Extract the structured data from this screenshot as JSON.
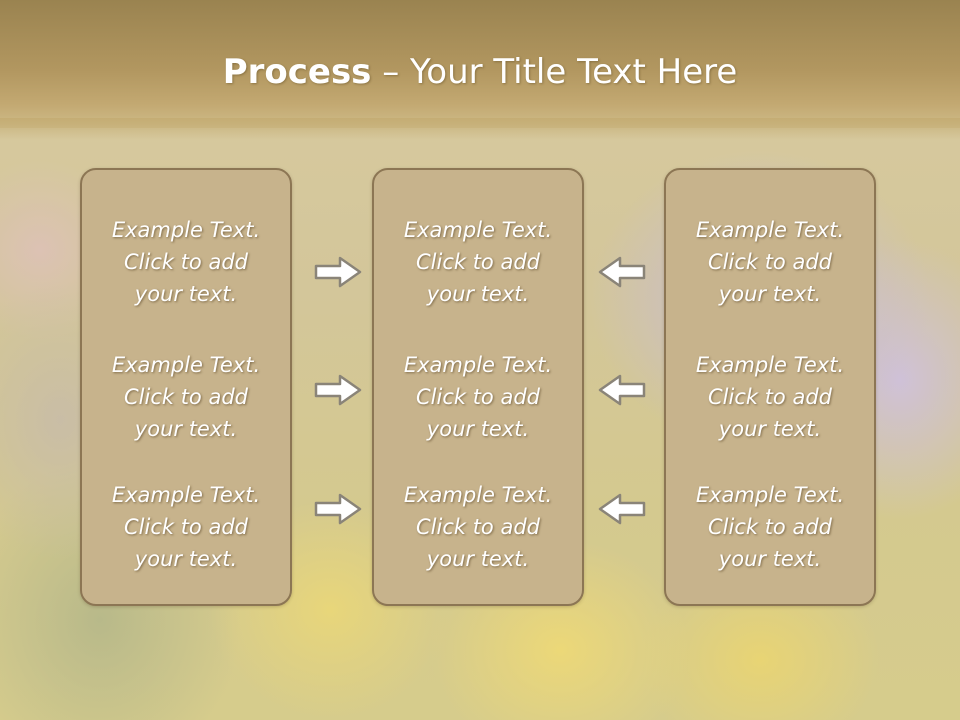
{
  "title": {
    "bold": "Process",
    "rest": " – Your Title Text Here"
  },
  "panels": [
    {
      "items": [
        {
          "line1": "Example Text.",
          "line2": "Click  to add",
          "line3": "your text."
        },
        {
          "line1": "Example Text.",
          "line2": "Click  to add",
          "line3": "your text."
        },
        {
          "line1": "Example Text.",
          "line2": "Click  to add",
          "line3": "your text."
        }
      ]
    },
    {
      "items": [
        {
          "line1": "Example Text.",
          "line2": "Click  to add",
          "line3": "your text."
        },
        {
          "line1": "Example Text.",
          "line2": "Click  to add",
          "line3": "your text."
        },
        {
          "line1": "Example Text.",
          "line2": "Click  to add",
          "line3": "your text."
        }
      ]
    },
    {
      "items": [
        {
          "line1": "Example Text.",
          "line2": "Click  to add",
          "line3": "your text."
        },
        {
          "line1": "Example Text.",
          "line2": "Click  to add",
          "line3": "your text."
        },
        {
          "line1": "Example Text.",
          "line2": "Click  to add",
          "line3": "your text."
        }
      ]
    }
  ],
  "icons": {
    "left_arrows": "arrow-right-icon",
    "right_arrows": "arrow-left-icon"
  },
  "colors": {
    "header": "#b29760",
    "panel_fill": "#c7b38c",
    "panel_border": "#8c7654",
    "text": "#ffffff"
  }
}
